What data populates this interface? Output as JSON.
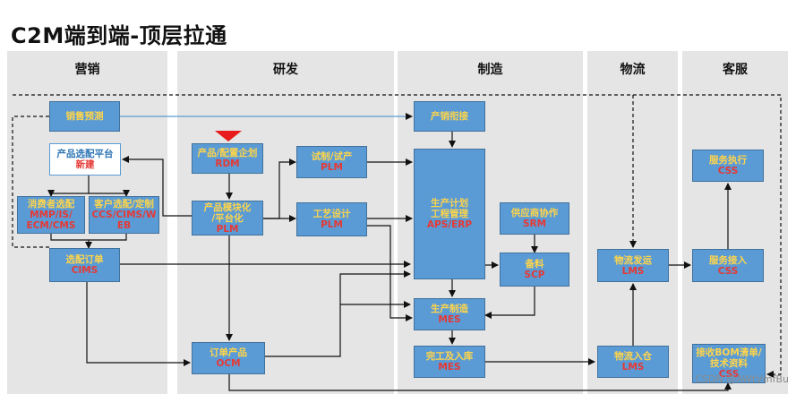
{
  "title": "C2M端到端-顶层拉通",
  "columns": [
    {
      "id": "marketing",
      "label": "营销"
    },
    {
      "id": "rnd",
      "label": "研发"
    },
    {
      "id": "manufacturing",
      "label": "制造"
    },
    {
      "id": "logistics",
      "label": "物流"
    },
    {
      "id": "service",
      "label": "客服"
    }
  ],
  "nodes": {
    "sales_forecast": {
      "line1": "销售预测",
      "line2": ""
    },
    "product_platform": {
      "line1": "产品选配平台",
      "line2": "新建"
    },
    "consumer_config": {
      "line1": "消费者选配",
      "line2": "MMP/IS/\nECM/CMS"
    },
    "customer_config": {
      "line1": "客户选配/定制",
      "line2": "CCS/CIMS/W\nEB"
    },
    "config_order": {
      "line1": "选配订单",
      "line2": "CIMS"
    },
    "product_planning": {
      "line1": "产品/配置企划",
      "line2": "RDM"
    },
    "modularization": {
      "line1": "产品模块化\n/平台化",
      "line2": "PLM"
    },
    "trial_production": {
      "line1": "试制/试产",
      "line2": "PLM"
    },
    "process_design": {
      "line1": "工艺设计",
      "line2": "PLM"
    },
    "order_product": {
      "line1": "订单产品",
      "line2": "OCM"
    },
    "sales_link": {
      "line1": "产销衔接",
      "line2": ""
    },
    "production_plan": {
      "line1": "生产计划\n工程管理",
      "line2": "APS/ERP"
    },
    "supplier_collab": {
      "line1": "供应商协作",
      "line2": "SRM"
    },
    "materials": {
      "line1": "备料",
      "line2": "SCP"
    },
    "production_mfg": {
      "line1": "生产制造",
      "line2": "MES"
    },
    "completion_storage": {
      "line1": "完工及入库",
      "line2": "MES"
    },
    "logistics_ship": {
      "line1": "物流发运",
      "line2": "LMS"
    },
    "logistics_inbound": {
      "line1": "物流入仓",
      "line2": "LMS"
    },
    "service_exec": {
      "line1": "服务执行",
      "line2": "CSS"
    },
    "service_access": {
      "line1": "服务接入",
      "line2": "CSS"
    },
    "bom_receive": {
      "line1": "接收BOM清单/\n技术资料",
      "line2": "CSS"
    }
  },
  "watermark": "CSDN @AWtVmfBu",
  "colors": {
    "node_fill": "#5b9bd5",
    "node_text": "#ffd54a",
    "node_code": "#e53935",
    "band": "#e5e5e5",
    "marker": "#e81c1c"
  }
}
